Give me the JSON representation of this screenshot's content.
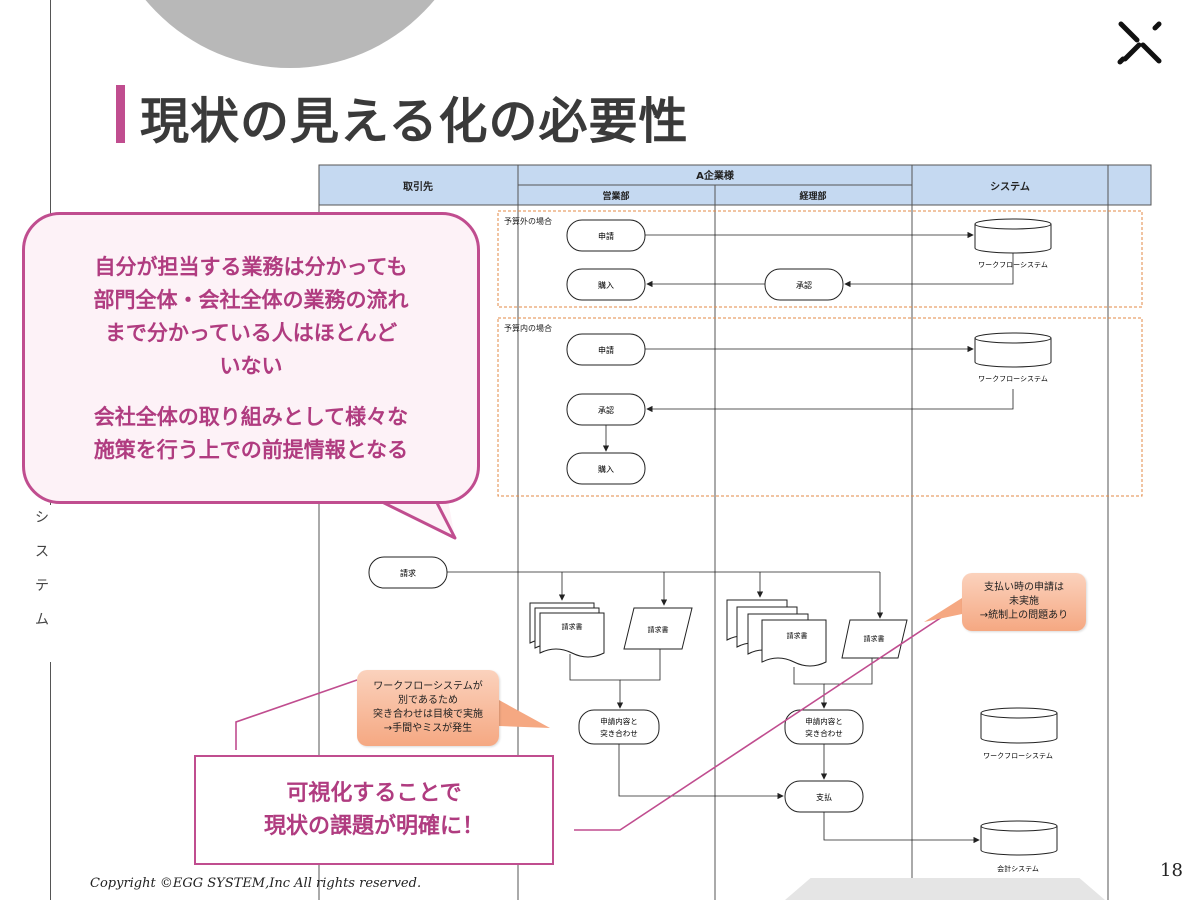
{
  "slide": {
    "title": "現状の見える化の必要性",
    "page_number": "18",
    "copyright": "Copyright ©EGG SYSTEM,Inc All rights reserved.",
    "vertical_label": [
      "シ",
      "ス",
      "テ",
      "ム"
    ]
  },
  "colors": {
    "accent": "#c04d8f",
    "header_blue": "#c5d9f1",
    "note_orange": "#f5a882",
    "section_border": "#e38a45"
  },
  "bubble": {
    "lines_a": [
      "自分が担当する業務は分かっても",
      "部門全体・会社全体の業務の流れ",
      "まで分かっている人はほとんど",
      "いない"
    ],
    "lines_b": [
      "会社全体の取り組みとして様々な",
      "施策を行う上での前提情報となる"
    ]
  },
  "callout": {
    "line1": "可視化することで",
    "line2": "現状の課題が明確に！"
  },
  "notes": {
    "workflow": [
      "ワークフローシステムが",
      "別であるため",
      "突き合わせは目検で実施",
      "→手間やミスが発生"
    ],
    "payment": [
      "支払い時の申請は",
      "未実施",
      "→統制上の問題あり"
    ]
  },
  "flow": {
    "lanes": {
      "customer": "取引先",
      "company": "A企業様",
      "sales": "営業部",
      "accounting": "経理部",
      "system": "システム"
    },
    "sections": {
      "over_budget": "予算外の場合",
      "in_budget": "予算内の場合"
    },
    "nodes": {
      "apply_1": "申請",
      "purchase_1": "購入",
      "approve_1": "承認",
      "workflow_1": "ワークフローシステム",
      "apply_2": "申請",
      "workflow_2": "ワークフローシステム",
      "approve_2": "承認",
      "purchase_2": "購入",
      "invoice": "請求",
      "invoice_doc_1": "請求書",
      "invoice_doc_2": "請求書",
      "invoice_doc_3": "請求書",
      "invoice_doc_4": "請求書",
      "match_1": [
        "申請内容と",
        "突き合わせ"
      ],
      "match_2": [
        "申請内容と",
        "突き合わせ"
      ],
      "workflow_3": "ワークフローシステム",
      "payment": "支払",
      "accounting_system": "会計システム"
    }
  }
}
